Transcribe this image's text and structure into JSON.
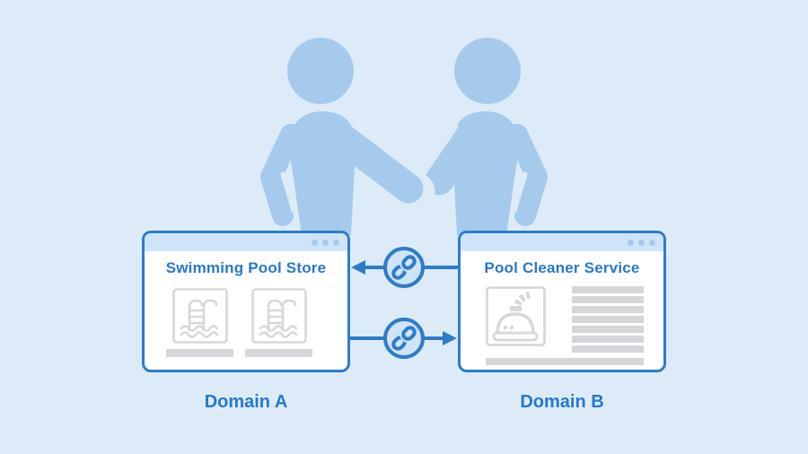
{
  "colors": {
    "background": "#ddebf9",
    "accent": "#2e7cc9",
    "accent_text": "#2878cb",
    "person": "#a6caec",
    "window_header": "#cfe4f8",
    "header_dot": "#a6c9ec",
    "placeholder_gray": "#d6d8db",
    "placeholder_bar_gray": "#d4d6d9",
    "window_background": "#ffffff"
  },
  "illustration": {
    "name": "two-people-shaking-hands"
  },
  "left_window": {
    "title": "Swimming Pool Store",
    "domain_label": "Domain A",
    "header_dots": 3,
    "image_placeholders": 2,
    "image_icon": "pool-ladder-icon"
  },
  "right_window": {
    "title": "Pool Cleaner Service",
    "domain_label": "Domain B",
    "header_dots": 3,
    "image_icon": "pool-cleaner-robot-icon",
    "text_line_placeholders": 7
  },
  "connectors": {
    "top": {
      "icon": "chain-link-icon",
      "direction": "right-to-left"
    },
    "bottom": {
      "icon": "chain-link-icon",
      "direction": "left-to-right"
    }
  }
}
